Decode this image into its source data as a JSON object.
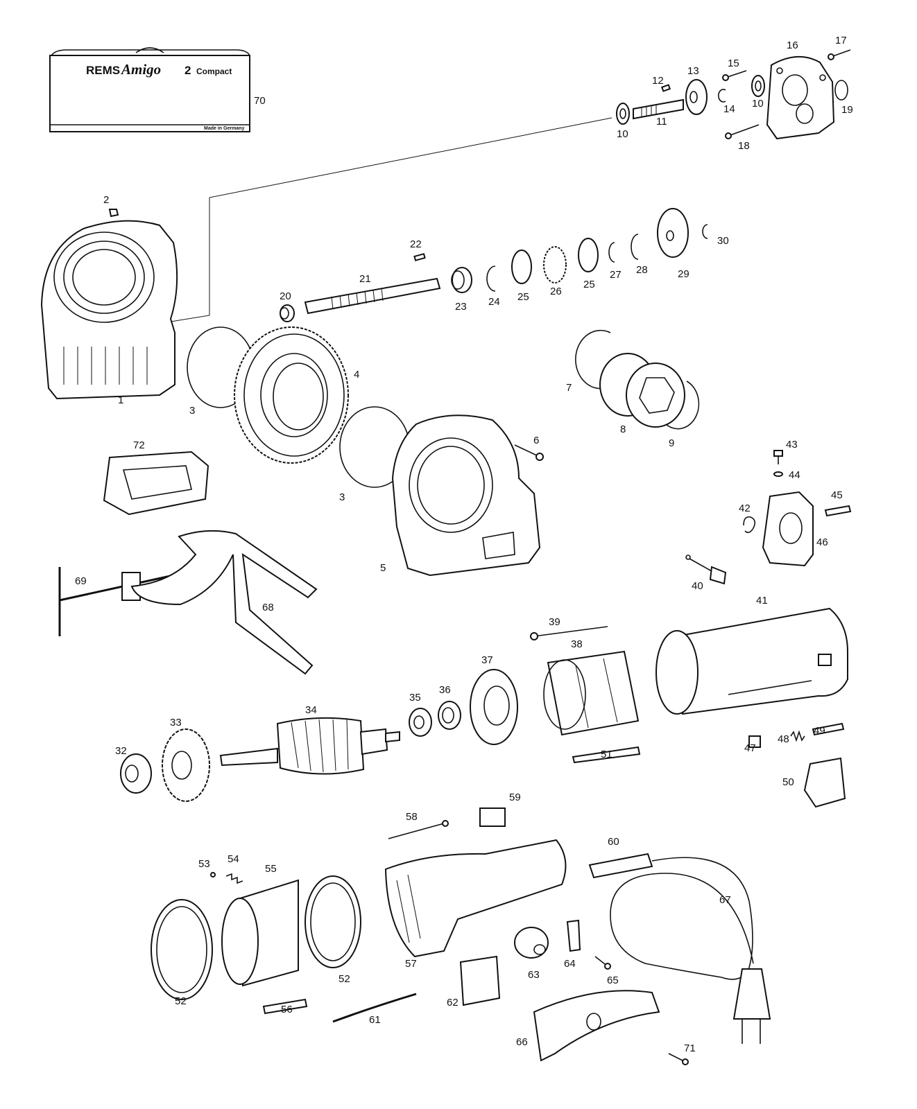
{
  "case": {
    "brand": "REMS",
    "model": "Amigo",
    "model_number": "2",
    "variant": "Compact",
    "made_in": "Made in Germany"
  },
  "labels": {
    "l1": "1",
    "l2": "2",
    "l3a": "3",
    "l3b": "3",
    "l4": "4",
    "l5": "5",
    "l6": "6",
    "l7": "7",
    "l8": "8",
    "l9": "9",
    "l10a": "10",
    "l10b": "10",
    "l11": "11",
    "l12": "12",
    "l13": "13",
    "l14": "14",
    "l15": "15",
    "l16": "16",
    "l17": "17",
    "l18": "18",
    "l19": "19",
    "l20": "20",
    "l21": "21",
    "l22": "22",
    "l23": "23",
    "l24": "24",
    "l25a": "25",
    "l25b": "25",
    "l26": "26",
    "l27": "27",
    "l28": "28",
    "l29": "29",
    "l30": "30",
    "l32": "32",
    "l33": "33",
    "l34": "34",
    "l35": "35",
    "l36": "36",
    "l37": "37",
    "l38": "38",
    "l39": "39",
    "l40": "40",
    "l41": "41",
    "l42": "42",
    "l43": "43",
    "l44": "44",
    "l45": "45",
    "l46": "46",
    "l47": "47",
    "l48": "48",
    "l49": "49",
    "l50": "50",
    "l51": "51",
    "l52a": "52",
    "l52b": "52",
    "l53": "53",
    "l54": "54",
    "l55": "55",
    "l56": "56",
    "l57": "57",
    "l58": "58",
    "l59": "59",
    "l60": "60",
    "l61": "61",
    "l62": "62",
    "l63": "63",
    "l64": "64",
    "l65": "65",
    "l66": "66",
    "l67": "67",
    "l68": "68",
    "l69": "69",
    "l70": "70",
    "l71": "71",
    "l72": "72"
  }
}
